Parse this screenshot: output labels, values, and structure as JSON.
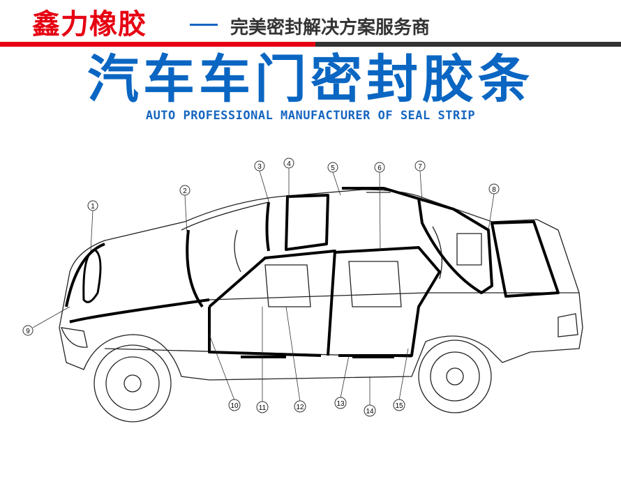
{
  "header": {
    "brand": "鑫力橡胶",
    "slogan": "完美密封解决方案服务商"
  },
  "title": "汽车车门密封胶条",
  "subtitle": "AUTO PROFESSIONAL MANUFACTURER OF SEAL STRIP",
  "colors": {
    "brand_red": "#e60012",
    "title_blue": "#0a66c2",
    "dark_bar": "#333333"
  },
  "callouts": [
    "1",
    "2",
    "3",
    "4",
    "5",
    "6",
    "7",
    "8",
    "9",
    "10",
    "11",
    "12",
    "13",
    "14",
    "15"
  ]
}
